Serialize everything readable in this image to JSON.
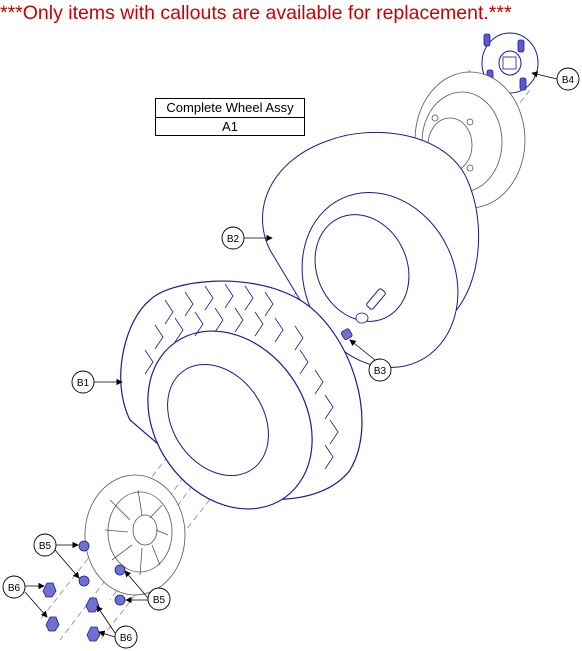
{
  "notice": "***Only items with callouts are available for replacement.***",
  "assembly_table": {
    "header": "Complete Wheel Assy",
    "value": "A1"
  },
  "callouts": {
    "b1": "B1",
    "b2": "B2",
    "b3": "B3",
    "b4": "B4",
    "b5": "B5",
    "b6": "B6"
  },
  "colors": {
    "notice": "#cc0000",
    "parts": "#1a1a9a",
    "outline": "#555555"
  }
}
